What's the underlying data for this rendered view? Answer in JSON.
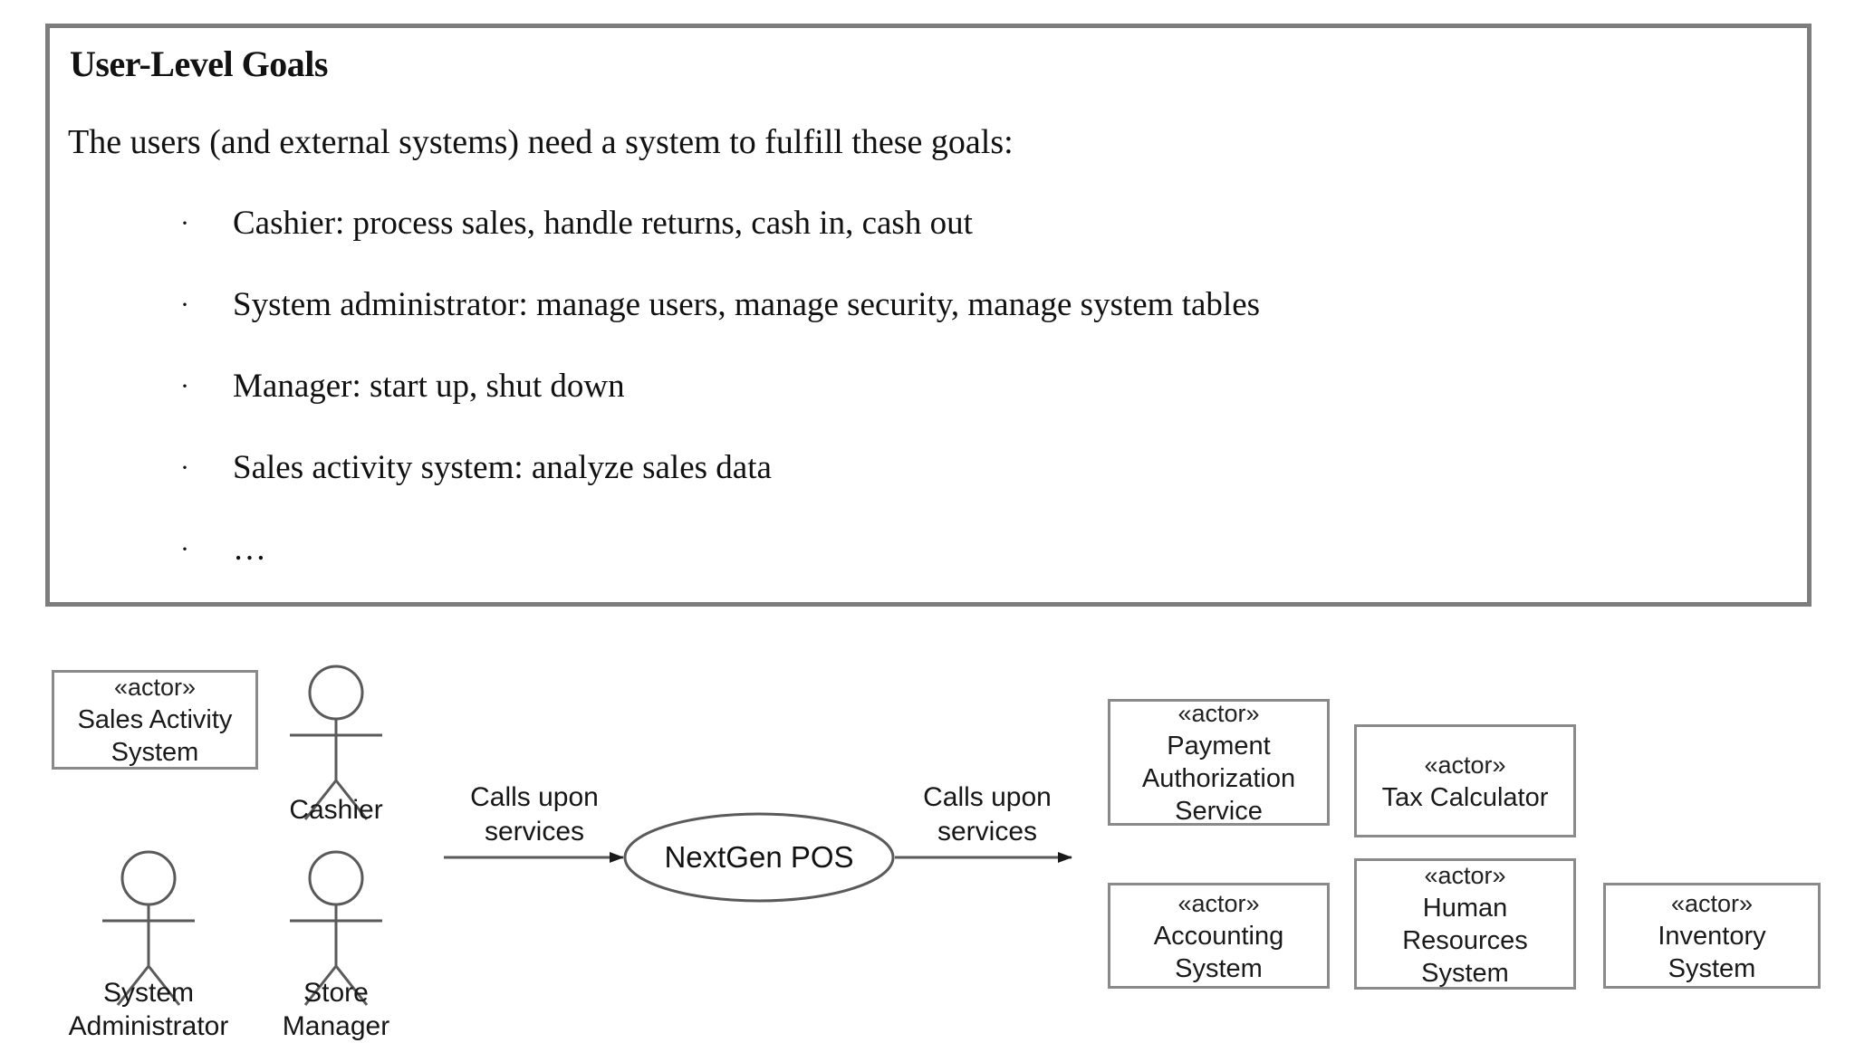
{
  "panel": {
    "title": "User-Level Goals",
    "intro": "The users (and external systems) need a system to fulfill these goals:",
    "bullet_glyph": "·",
    "goals": [
      "Cashier: process sales, handle returns, cash in, cash out",
      "System administrator: manage users, manage security, manage system tables",
      "Manager: start up, shut down",
      "Sales activity system: analyze sales data",
      "…"
    ]
  },
  "diagram": {
    "stereotype": "«actor»",
    "system_label": "NextGen POS",
    "left_edge_label": "Calls upon\nservices",
    "right_edge_label": "Calls upon\nservices",
    "left_actor_boxes": [
      {
        "stereotype": "«actor»",
        "name": "Sales Activity\nSystem"
      }
    ],
    "stick_figures": [
      {
        "label": "Cashier"
      },
      {
        "label": "System\nAdministrator"
      },
      {
        "label": "Store\nManager"
      }
    ],
    "right_actor_boxes": [
      {
        "stereotype": "«actor»",
        "name": "Payment\nAuthorization\nService"
      },
      {
        "stereotype": "«actor»",
        "name": "Tax Calculator"
      },
      {
        "stereotype": "«actor»",
        "name": "Accounting\nSystem"
      },
      {
        "stereotype": "«actor»",
        "name": "Human\nResources\nSystem"
      },
      {
        "stereotype": "«actor»",
        "name": "Inventory\nSystem"
      }
    ]
  },
  "colors": {
    "panel_border": "#7d7d7d",
    "box_border": "#8a8a8a",
    "stroke": "#5a5a5a",
    "text": "#111111",
    "background": "#ffffff"
  }
}
